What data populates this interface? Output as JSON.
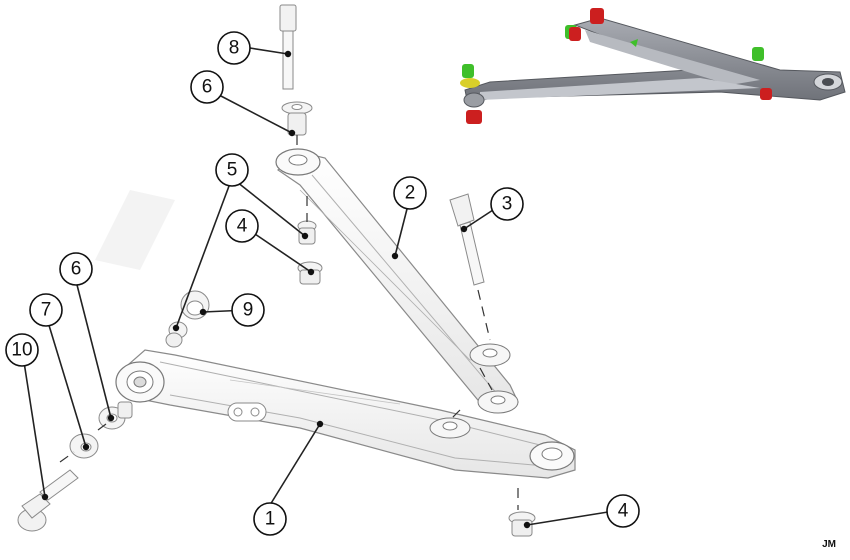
{
  "callouts": {
    "c1": "1",
    "c2": "2",
    "c3": "3",
    "c4a": "4",
    "c4b": "4",
    "c5": "5",
    "c6a": "6",
    "c6b": "6",
    "c7": "7",
    "c8": "8",
    "c9": "9",
    "c10": "10"
  },
  "credit": "JM",
  "colors": {
    "line": "#222222",
    "part_fill": "#f4f4f4",
    "part_stroke": "#9a9a9a",
    "render_body": "#8c8f96",
    "render_dark": "#5e6168",
    "bushing_red": "#cc1f1f",
    "bushing_green": "#3fbf2a",
    "washer_yellow": "#d9cf2a"
  }
}
